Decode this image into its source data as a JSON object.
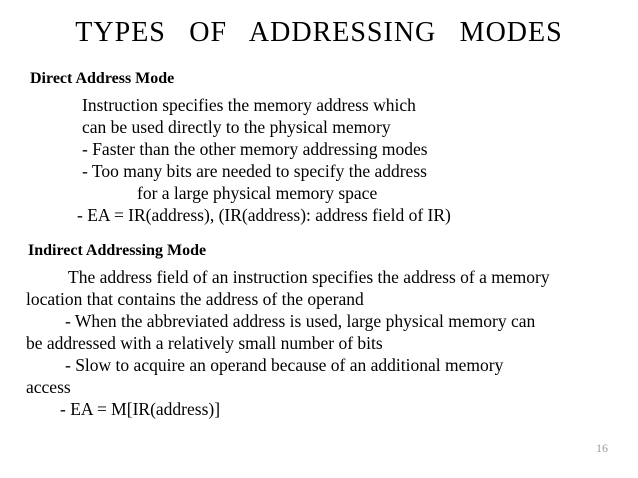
{
  "slide": {
    "title": "TYPES OF ADDRESSING MODES",
    "page_number": "16",
    "colors": {
      "background": "#ffffff",
      "text": "#000000",
      "page_number": "#9b9b9b"
    },
    "sections": [
      {
        "heading": "Direct Address Mode",
        "lines": [
          "Instruction specifies the memory address which",
          "can be used directly to the physical memory",
          "- Faster than the other memory addressing modes",
          "- Too many bits are needed to specify the address",
          "for a large physical memory space",
          "- EA = IR(address), (IR(address): address field of IR)"
        ]
      },
      {
        "heading": "Indirect Addressing Mode",
        "lines": [
          "The address field of an instruction specifies the address of a memory",
          "location that contains the address of the operand",
          "- When the abbreviated address is used, large physical memory can",
          "be addressed with a relatively small number of bits",
          "- Slow to acquire an operand because of an additional memory",
          "access",
          "- EA = M[IR(address)]"
        ]
      }
    ]
  }
}
